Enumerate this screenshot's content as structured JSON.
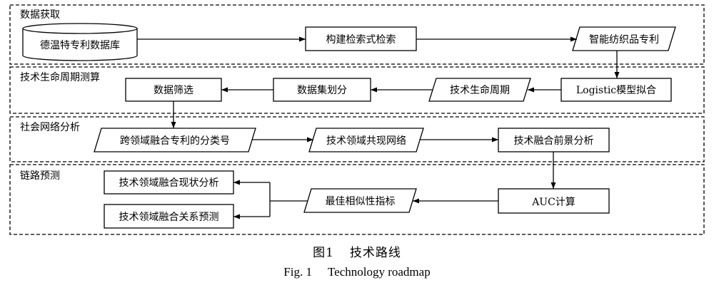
{
  "sections": {
    "acquire": "数据获取",
    "lifecycle": "技术生命周期测算",
    "network": "社会网络分析",
    "link": "链路预测"
  },
  "nodes": {
    "database": "德温特专利数据库",
    "build_search": "构建检索式检索",
    "smart_textile": "智能纺织品专利",
    "logistic": "Logistic模型拟合",
    "tech_lifecycle": "技术生命周期",
    "data_split": "数据集划分",
    "data_filter": "数据筛选",
    "cross_class": "跨领域融合专利的分类号",
    "cooccur_net": "技术领域共现网络",
    "prospect": "技术融合前景分析",
    "auc": "AUC计算",
    "best_sim": "最佳相似性指标",
    "status_analysis": "技术领域融合现状分析",
    "relation_predict": "技术领域融合关系预测"
  },
  "caption": {
    "cn_number": "图1",
    "cn_title": "技术路线",
    "en_number": "Fig. 1",
    "en_title": "Technology roadmap"
  }
}
